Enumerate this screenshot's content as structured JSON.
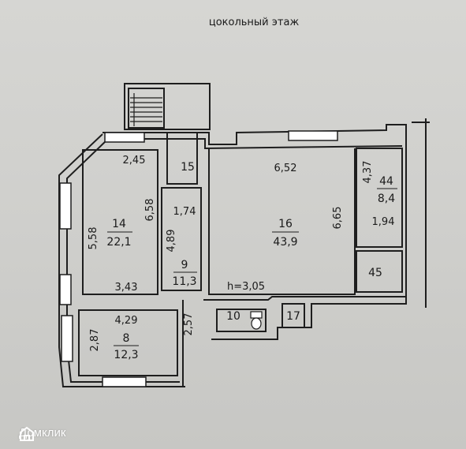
{
  "title": "цокольный этаж",
  "watermark": {
    "text": "Домклик",
    "icon": "house-logo-icon"
  },
  "rooms": [
    {
      "id": "14",
      "number": "14",
      "area": "22,1"
    },
    {
      "id": "16",
      "number": "16",
      "area": "43,9"
    },
    {
      "id": "9",
      "number": "9",
      "area": "11,3"
    },
    {
      "id": "8",
      "number": "8",
      "area": "12,3"
    },
    {
      "id": "44",
      "number": "44",
      "area": "8,4"
    },
    {
      "id": "15",
      "number": "15"
    },
    {
      "id": "10",
      "number": "10"
    },
    {
      "id": "17",
      "number": "17"
    },
    {
      "id": "45",
      "number": "45"
    }
  ],
  "dimensions": [
    "2,45",
    "5,58",
    "6,58",
    "3,43",
    "1,74",
    "4,89",
    "6,52",
    "6,65",
    "4,37",
    "1,94",
    "4,29",
    "2,87",
    "2,57"
  ],
  "height_note": "h=3,05",
  "colors": {
    "line": "#1e1e1e",
    "paper": "#d2d2cf",
    "fill_wall": "#ffffff"
  }
}
